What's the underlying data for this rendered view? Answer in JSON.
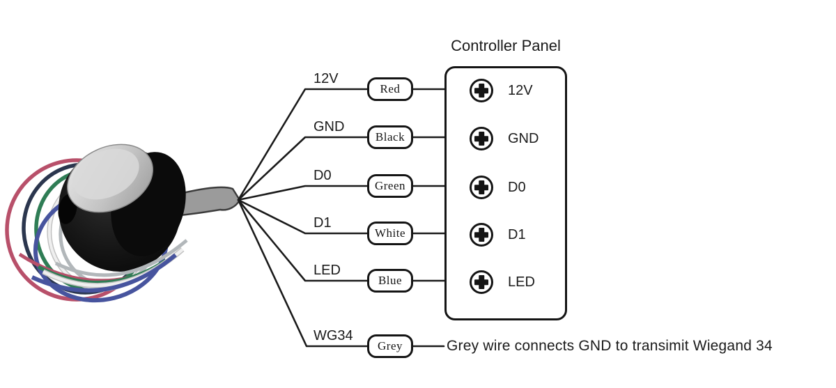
{
  "diagram_title": "Controller Panel",
  "line_color": "#1a1a1a",
  "rows": [
    {
      "signal": "12V",
      "color_label": "Red"
    },
    {
      "signal": "GND",
      "color_label": "Black"
    },
    {
      "signal": "D0",
      "color_label": "Green"
    },
    {
      "signal": "D1",
      "color_label": "White"
    },
    {
      "signal": "LED",
      "color_label": "Blue"
    },
    {
      "signal": "WG34",
      "color_label": "Grey"
    }
  ],
  "panel": {
    "title": "Controller Panel",
    "terminal_icon": "screw-plus-icon",
    "terminals": [
      {
        "label": "12V"
      },
      {
        "label": "GND"
      },
      {
        "label": "D0"
      },
      {
        "label": "D1"
      },
      {
        "label": "LED"
      }
    ]
  },
  "note": {
    "text": "Grey wire connects GND to transimit Wiegand 34"
  },
  "device": {
    "description": "black dome RFID reader with silver top, colored wire loops and grey pigtail cable",
    "wire_hex": {
      "red": "#b8506a",
      "navy": "#2b364e",
      "green": "#2f7d55",
      "white": "#efefef",
      "white_edge": "#c2c2c2",
      "silver": "#b2b7ba",
      "blue": "#47549e",
      "cable_grey": "#9b9b9b"
    }
  }
}
